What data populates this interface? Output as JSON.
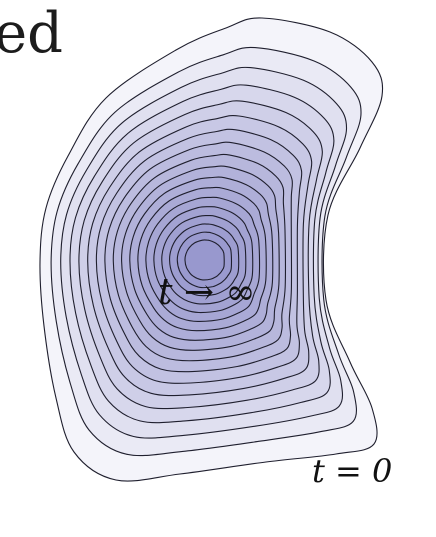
{
  "partial_title_text": "ed",
  "labels": {
    "limit": "t → ∞",
    "initial": "t = 0"
  },
  "colors": {
    "fill_base": "#8a86c6",
    "stroke": "#1f1f2e",
    "inner_circle": "#7a76bb"
  },
  "flow": {
    "curve_count": 18,
    "description_free": true
  }
}
